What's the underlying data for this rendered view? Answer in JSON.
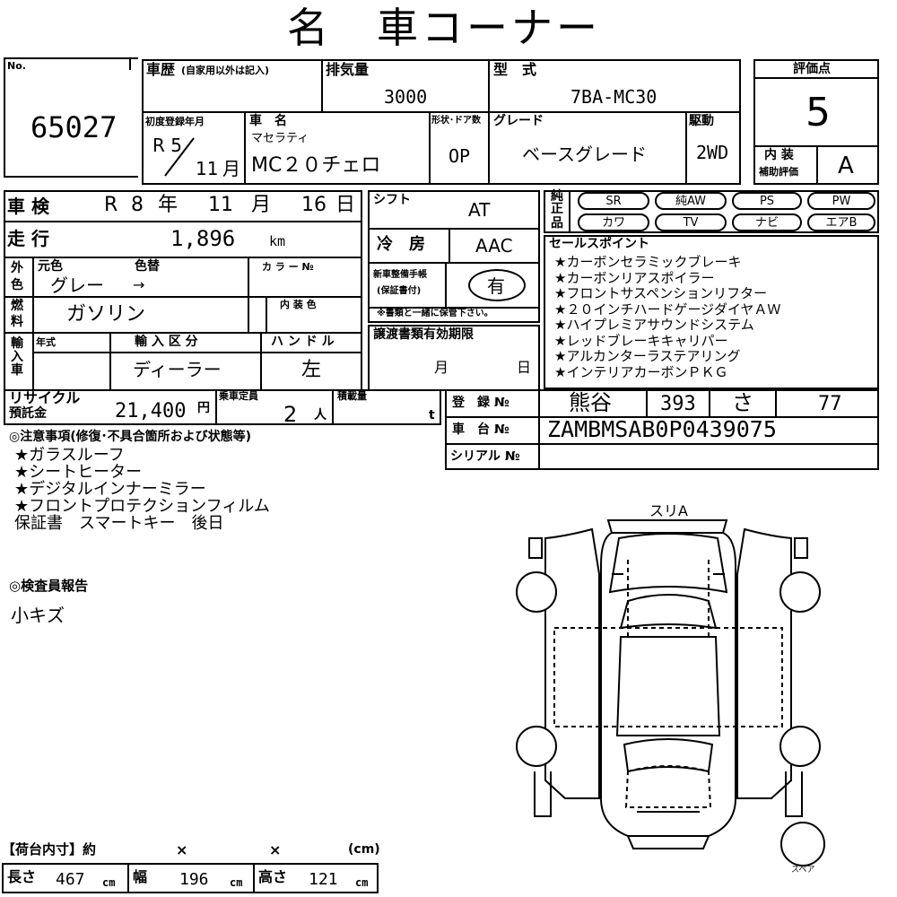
{
  "title": "名　車コーナー",
  "lot": {
    "label": "No.",
    "value": "65027"
  },
  "history": {
    "label": "車歴",
    "note": "(自家用以外は記入)"
  },
  "displacement": {
    "label": "排気量",
    "value": "3000"
  },
  "model_code": {
    "label": "型　式",
    "value": "7BA-MC30"
  },
  "rating": {
    "label": "評価点",
    "value": "5",
    "interior_label_1": "内 装",
    "interior_label_2": "補助評価",
    "interior_value": "A"
  },
  "first_reg": {
    "label": "初度登録年月",
    "era": "R 5",
    "month": "11",
    "month_unit": "月"
  },
  "car_name": {
    "label": "車　名",
    "maker": "マセラティ",
    "model": "MC２０チェロ"
  },
  "doors": {
    "label": "形状･ドア数",
    "value": "OP"
  },
  "grade": {
    "label": "グレード",
    "value": "ベースグレード"
  },
  "drive": {
    "label": "駆動",
    "value": "2WD"
  },
  "inspection": {
    "label": "車 検",
    "era": "R",
    "year": "8",
    "year_unit": "年",
    "month": "11",
    "month_unit": "月",
    "day": "16",
    "day_unit": "日"
  },
  "shift": {
    "label": "シフト",
    "value": "AT"
  },
  "mileage": {
    "label": "走 行",
    "value": "1,896",
    "unit": "km"
  },
  "ac": {
    "label": "冷　房",
    "value": "AAC"
  },
  "exterior_color": {
    "side_1": "外",
    "side_2": "色",
    "orig_label": "元色",
    "change_label": "色替",
    "value": "グレー",
    "arrow": "→",
    "code_label": "カ ラ ー №"
  },
  "fuel": {
    "side_1": "燃",
    "side_2": "料",
    "value": "ガソリン",
    "interior_color_label": "内 装 色"
  },
  "maint_record": {
    "label_1": "新車整備手帳",
    "label_2": "(保証書付)",
    "value": "有",
    "note": "※書類と一緒に保管下さい。"
  },
  "import": {
    "side": "輸入車",
    "year_label": "年式",
    "type_label": "輸 入 区 分",
    "type_value": "ディーラー",
    "handle_label": "ハ ン ド ル",
    "handle_value": "左"
  },
  "transfer": {
    "label": "譲渡書類有効期限",
    "month": "月",
    "day": "日"
  },
  "recycle": {
    "label_1": "リサイクル",
    "label_2": "預託金",
    "value": "21,400",
    "unit": "円"
  },
  "capacity": {
    "label": "乗車定員",
    "value": "2",
    "unit": "人"
  },
  "load": {
    "label": "積載量",
    "unit": "t"
  },
  "equipment": {
    "side_1": "純",
    "side_2": "正",
    "side_3": "品",
    "items": [
      "SR",
      "純AW",
      "PS",
      "PW",
      "カワ",
      "TV",
      "ナビ",
      "エアB"
    ]
  },
  "sales_points": {
    "label": "セールスポイント",
    "items": [
      "★カーボンセラミックブレーキ",
      "★カーボンリアスポイラー",
      "★フロントサスペンションリフター",
      "★２０インチハードゲージダイヤＡＷ",
      "★ハイプレミアサウンドシステム",
      "★レッドブレーキキャリパー",
      "★アルカンターラステアリング",
      "★インテリアカーボンＰＫＧ"
    ]
  },
  "registration": {
    "label": "登　録 №",
    "place": "熊谷",
    "class_no": "393",
    "kana": "さ",
    "number": "77"
  },
  "chassis": {
    "label": "車　台 №",
    "value": "ZAMBMSAB0P0439075"
  },
  "serial": {
    "label": "シリアル №",
    "value": ""
  },
  "notes": {
    "label": "◎注意事項(修復･不具合箇所および状態等)",
    "items": [
      "★ガラスルーフ",
      "★シートヒーター",
      "★デジタルインナーミラー",
      "★フロントプロテクションフィルム",
      "保証書　スマートキー　後日"
    ]
  },
  "inspector": {
    "label": "◎検査員報告",
    "value": "小キズ"
  },
  "diagram": {
    "top_label": "スリA",
    "spare_label": "スペア"
  },
  "cargo": {
    "label": "【荷台内寸】約",
    "x1": "×",
    "x2": "×",
    "unit": "(cm)"
  },
  "dims": {
    "length_label": "長さ",
    "length": "467",
    "width_label": "幅",
    "width": "196",
    "height_label": "高さ",
    "height": "121",
    "unit": "cm"
  }
}
